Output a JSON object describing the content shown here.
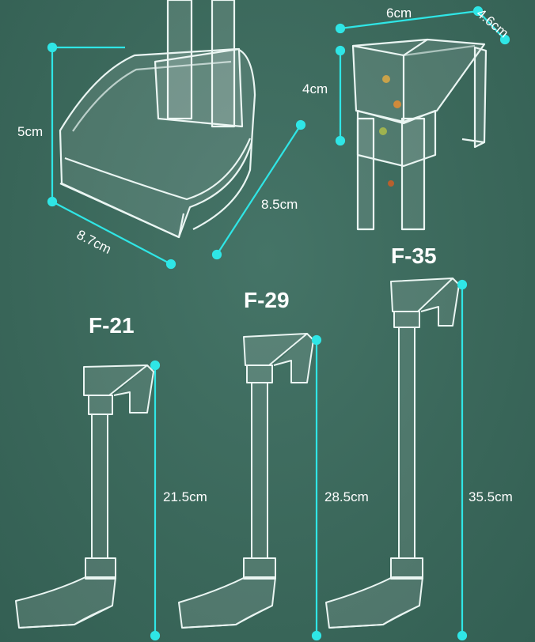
{
  "models": [
    {
      "name": "F-21",
      "height_label": "21.5cm"
    },
    {
      "name": "F-29",
      "height_label": "28.5cm"
    },
    {
      "name": "F-35",
      "height_label": "35.5cm"
    }
  ],
  "tray_dimensions": {
    "height": "5cm",
    "length": "8.7cm",
    "depth": "8.5cm"
  },
  "hopper_dimensions": {
    "width": "6cm",
    "depth": "4.6cm",
    "height": "4cm"
  },
  "colors": {
    "background": "#3c6a5d",
    "dimension_line": "#2fe6e6",
    "acrylic_edge": "#e9f4f1",
    "text": "#ffffff"
  }
}
